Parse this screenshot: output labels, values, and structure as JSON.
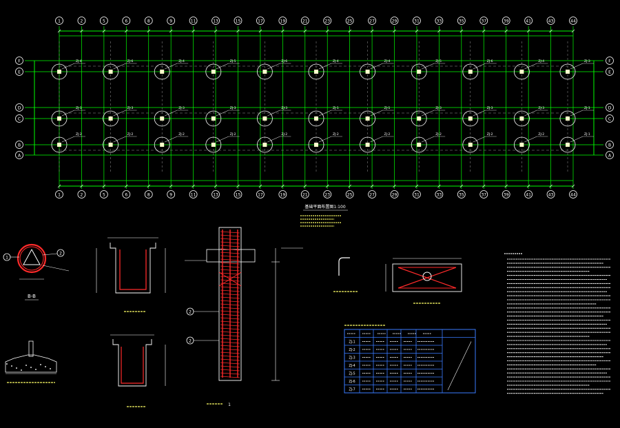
{
  "colors": {
    "background": "#000000",
    "grid_line": "#00ff00",
    "dashed_line": "#9a9a9a",
    "text": "#ffffff",
    "axis_bubble": "#ffffff",
    "pile_circle": "#ffffff",
    "rebar": "#ff2a2a",
    "label": "#ffff66",
    "table_line": "#3a7bff",
    "accent_cyan": "#40e0ff"
  },
  "plan": {
    "columns_top": [
      "1",
      "2",
      "5",
      "6",
      "8",
      "9",
      "11",
      "13",
      "15",
      "17",
      "19",
      "21",
      "23",
      "25",
      "27",
      "29",
      "31",
      "33",
      "35",
      "37",
      "39",
      "41",
      "43",
      "44"
    ],
    "columns_bottom": [
      "1",
      "2",
      "5",
      "6",
      "8",
      "9",
      "11",
      "13",
      "15",
      "17",
      "19",
      "21",
      "23",
      "25",
      "27",
      "29",
      "31",
      "33",
      "35",
      "37",
      "39",
      "41",
      "43",
      "44"
    ],
    "rows_left": [
      "F",
      "E",
      "D",
      "C",
      "B",
      "A"
    ],
    "rows_right": [
      "F",
      "E",
      "D",
      "C",
      "B",
      "A"
    ],
    "pile_row_top": [
      "ZJ-4",
      "ZJ-6",
      "ZJ-4",
      "ZJ-5",
      "ZJ-6",
      "ZJ-4",
      "ZJ-4",
      "ZJ-5",
      "ZJ-6",
      "ZJ-4",
      "ZJ-3"
    ],
    "pile_row_mid": [
      "ZJ-1",
      "ZJ-3",
      "ZJ-3",
      "ZJ-3",
      "ZJ-3",
      "ZJ-1",
      "ZJ-1",
      "ZJ-3",
      "ZJ-3",
      "ZJ-3",
      "ZJ-1"
    ],
    "pile_row_bot": [
      "ZJ-2",
      "ZJ-2",
      "ZJ-2",
      "ZJ-2",
      "ZJ-2",
      "ZJ-2",
      "ZJ-2",
      "ZJ-2",
      "ZJ-2",
      "ZJ-2",
      "ZJ-1"
    ],
    "title": "基础平面布置图1:100"
  },
  "details": {
    "section_label": "B-B",
    "bubble_1": "1",
    "bubble_2": "2",
    "pile_detail_label": "1",
    "pile_detail_bubble": "2"
  },
  "table": {
    "title": "桩基础承载力特征值表",
    "rows": [
      "ZJ-1",
      "ZJ-2",
      "ZJ-3",
      "ZJ-4",
      "ZJ-5",
      "ZJ-6",
      "ZJ-7"
    ]
  },
  "notes": {
    "title": "施工说明"
  }
}
